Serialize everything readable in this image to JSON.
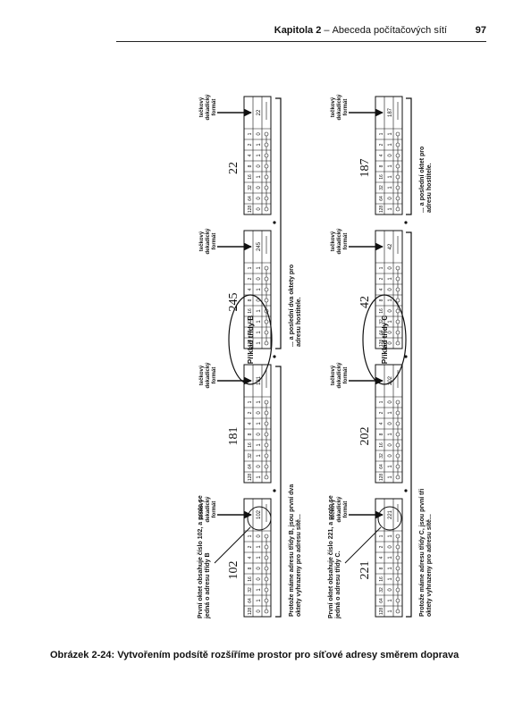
{
  "header": {
    "chapter": "Kapitola 2",
    "dash": "–",
    "chapter_title": "Abeceda počítačových sítí",
    "page_number": "97"
  },
  "bit_weights": [
    "128",
    "64",
    "32",
    "16",
    "8",
    "4",
    "2",
    "1"
  ],
  "label_dotted": "tečkový dekadický formát",
  "class_b": {
    "title": "Příklad třídy B",
    "note_first_octet": "První oktet obsahuje číslo 102, a proto se jedná o adresu třídy B",
    "note_network": "Protože máme adresu třídy B, jsou první dva oktety vyhrazeny pro adresu sítě...",
    "note_hosts": "... a poslední dva oktety pro adresu hostitele.",
    "octets": [
      {
        "decimal": "102",
        "bits": [
          "0",
          "1",
          "1",
          "0",
          "0",
          "1",
          "1",
          "0"
        ]
      },
      {
        "decimal": "181",
        "bits": [
          "1",
          "0",
          "1",
          "1",
          "0",
          "1",
          "0",
          "1"
        ]
      },
      {
        "decimal": "245",
        "bits": [
          "1",
          "1",
          "1",
          "1",
          "0",
          "1",
          "0",
          "1"
        ]
      },
      {
        "decimal": "22",
        "bits": [
          "0",
          "0",
          "0",
          "1",
          "0",
          "1",
          "1",
          "0"
        ]
      }
    ]
  },
  "class_c": {
    "title": "Příklad třídy C",
    "note_first_octet": "První oktet obsahuje číslo 221, a proto se jedná o adresu třídy C.",
    "note_network": "Protože máme adresu třídy C, jsou první tři oktety vyhrazeny pro adresu sítě...",
    "note_hosts": "... a poslední oktet pro adresu hostitele.",
    "octets": [
      {
        "decimal": "221",
        "bits": [
          "1",
          "1",
          "0",
          "1",
          "1",
          "1",
          "0",
          "1"
        ]
      },
      {
        "decimal": "202",
        "bits": [
          "1",
          "1",
          "0",
          "0",
          "1",
          "0",
          "1",
          "0"
        ]
      },
      {
        "decimal": "42",
        "bits": [
          "0",
          "0",
          "1",
          "0",
          "1",
          "0",
          "1",
          "0"
        ]
      },
      {
        "decimal": "187",
        "bits": [
          "1",
          "0",
          "1",
          "1",
          "1",
          "0",
          "1",
          "1"
        ]
      }
    ]
  },
  "caption": "Obrázek 2-24: Vytvořením podsítě rozšíříme prostor pro síťové adresy směrem doprava"
}
